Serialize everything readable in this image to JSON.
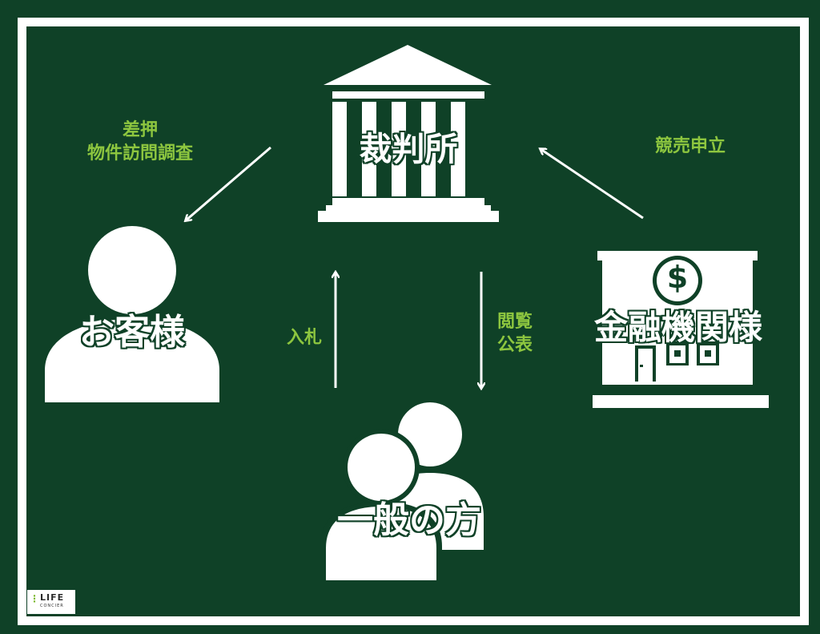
{
  "colors": {
    "background": "#0f4127",
    "foreground": "#ffffff",
    "label_green": "#8dc63f",
    "logo_green": "#7cb82f"
  },
  "nodes": {
    "court": {
      "label": "裁判所",
      "icon": "courthouse-icon"
    },
    "customer": {
      "label": "お客様",
      "icon": "person-icon"
    },
    "bank": {
      "label": "金融機関様",
      "icon": "bank-building-icon",
      "badge": "$"
    },
    "public": {
      "label": "一般の方",
      "icon": "people-icon"
    }
  },
  "edges": {
    "court_to_customer": {
      "line1": "差押",
      "line2": "物件訪問調査"
    },
    "bank_to_court": {
      "line1": "競売申立"
    },
    "public_to_court": {
      "line1": "入札"
    },
    "court_to_public": {
      "line1": "閲覧",
      "line2": "公表"
    }
  },
  "logo": {
    "mark": "⋮",
    "word": "LIFE",
    "sub": "CONCIER"
  }
}
